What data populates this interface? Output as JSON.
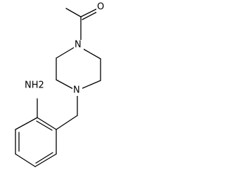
{
  "molecule": {
    "atoms": {
      "oxygen": "O",
      "piperazine_n_top": "N",
      "piperazine_n_bottom": "N",
      "amine": "NH2"
    },
    "bond_color": "#000000",
    "background": "#ffffff"
  }
}
